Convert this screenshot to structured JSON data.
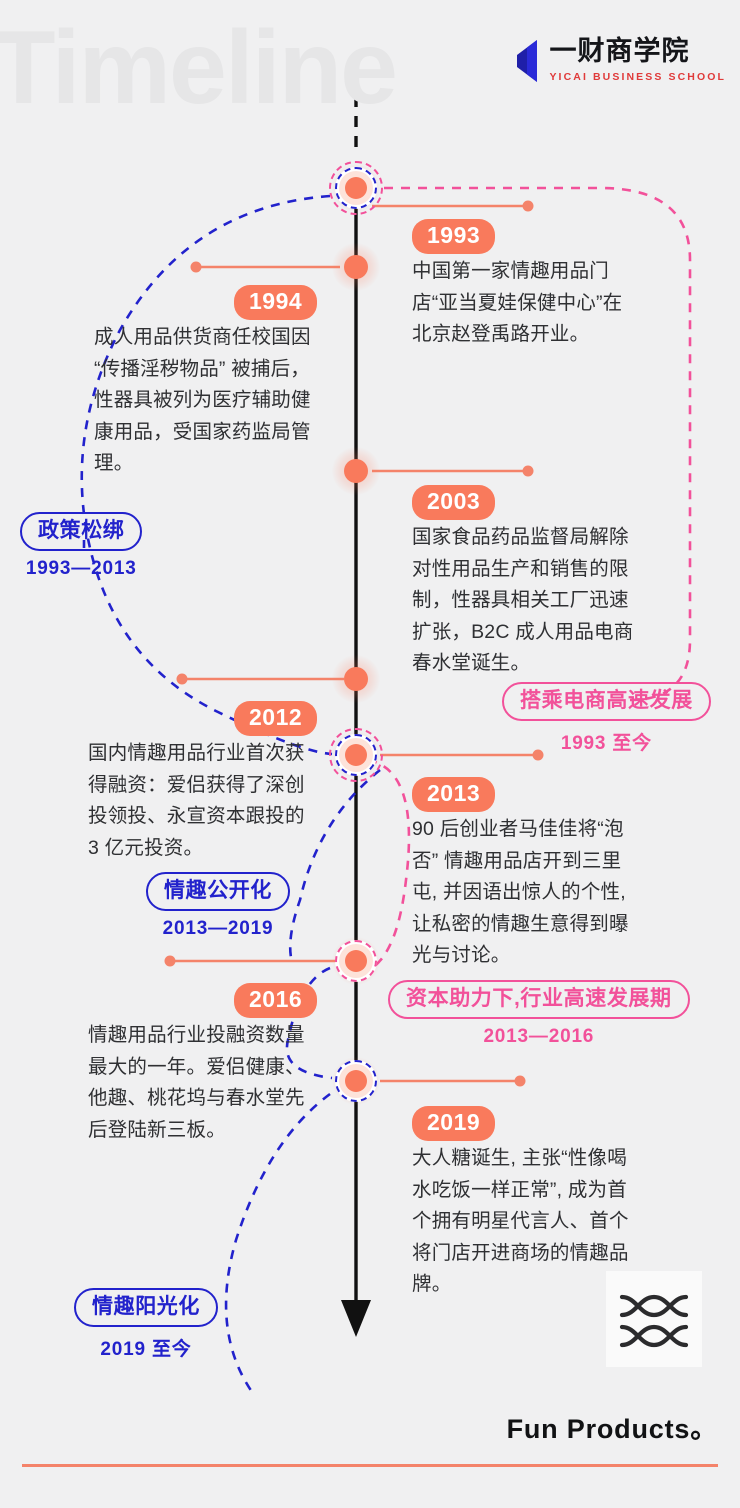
{
  "header": {
    "watermark": "Timeline",
    "brand_cn": "一财商学院",
    "brand_en": "YICAI BUSINESS SCHOOL",
    "brand_mark_icon": "blue-arrow-mark-icon"
  },
  "colors": {
    "background": "#f0f0f1",
    "accent_orange": "#f97a5c",
    "accent_blue": "#2222cc",
    "accent_pink": "#f2519a",
    "axis_black": "#111111",
    "body_text": "#2f3033",
    "watermark": "#e6e6e7",
    "brand_red": "#e03a3a"
  },
  "entries": [
    {
      "year": "1993",
      "text": "中国第一家情趣用品门店“亚当夏娃保健中心”在北京赵登禹路开业。",
      "side": "right"
    },
    {
      "year": "1994",
      "text": "成人用品供货商任校国因 “传播淫秽物品” 被捕后，性器具被列为医疗辅助健康用品，受国家药监局管理。",
      "side": "left"
    },
    {
      "year": "2003",
      "text": "国家食品药品监督局解除对性用品生产和销售的限制，性器具相关工厂迅速扩张，B2C 成人用品电商春水堂诞生。",
      "side": "right"
    },
    {
      "year": "2012",
      "text": "国内情趣用品行业首次获得融资：爱侣获得了深创投领投、永宣资本跟投的 3 亿元投资。",
      "side": "left"
    },
    {
      "year": "2013",
      "text": "90 后创业者马佳佳将“泡否” 情趣用品店开到三里屯, 并因语出惊人的个性, 让私密的情趣生意得到曝光与讨论。",
      "side": "right"
    },
    {
      "year": "2016",
      "text": "情趣用品行业投融资数量最大的一年。爱侣健康、他趣、桃花坞与春水堂先后登陆新三板。",
      "side": "left"
    },
    {
      "year": "2019",
      "text": "大人糖诞生, 主张“性像喝水吃饭一样正常”, 成为首个拥有明星代言人、首个将门店开进商场的情趣品牌。",
      "side": "right"
    }
  ],
  "phases": [
    {
      "label": "政策松绑",
      "range": "1993—2013",
      "color": "blue"
    },
    {
      "label": "搭乘电商高速发展",
      "range": "1993 至今",
      "color": "pink"
    },
    {
      "label": "情趣公开化",
      "range": "2013—2019",
      "color": "blue"
    },
    {
      "label": "资本助力下,行业高速发展期",
      "range": "2013—2016",
      "color": "pink"
    },
    {
      "label": "情趣阳光化",
      "range": "2019 至今",
      "color": "blue"
    }
  ],
  "footer": {
    "wordmark": "Fun Products。",
    "knot_icon": "woven-knot-icon"
  }
}
